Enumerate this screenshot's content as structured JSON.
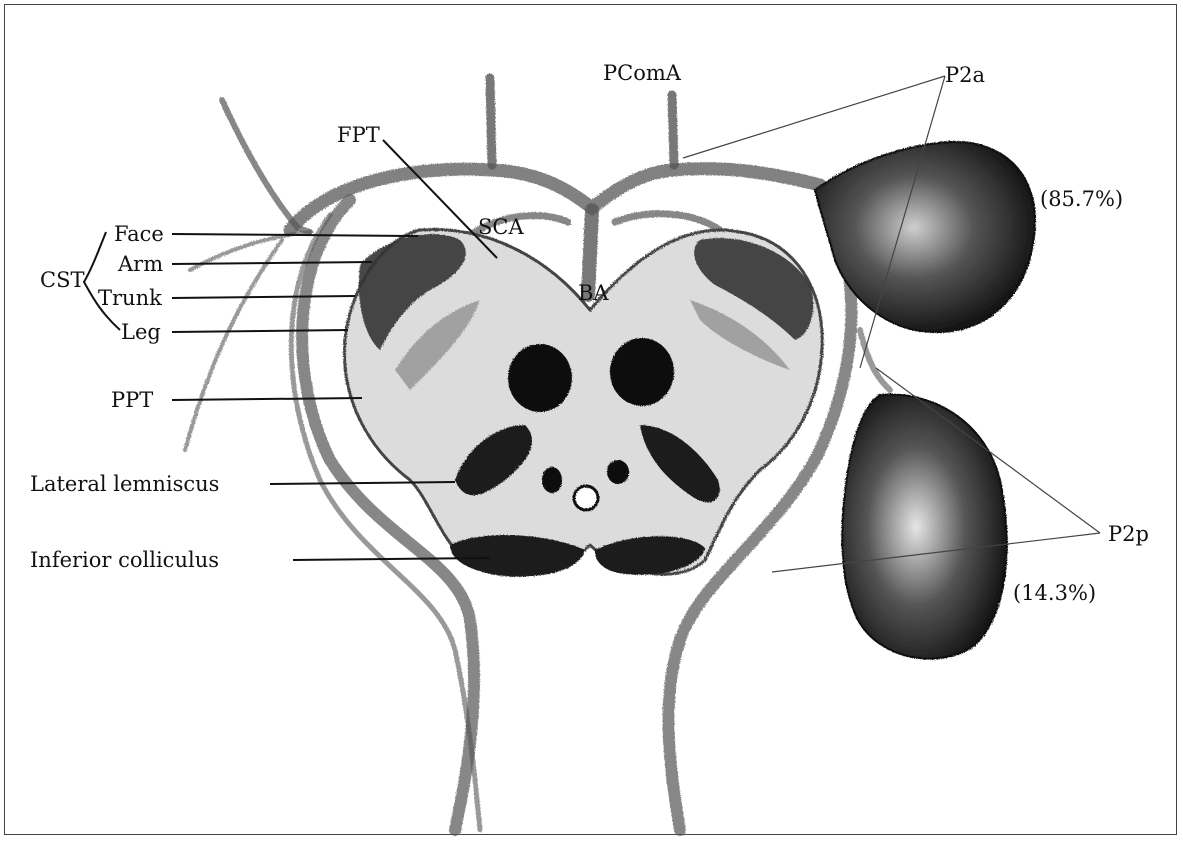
{
  "labels": {
    "pcoma": "PComA",
    "p2a": "P2a",
    "p2a_pct": "(85.7%)",
    "fpt": "FPT",
    "sca": "SCA",
    "ba": "BA",
    "cst": "CST",
    "face": "Face",
    "arm": "Arm",
    "trunk": "Trunk",
    "leg": "Leg",
    "ppt": "PPT",
    "lateral_lemniscus": "Lateral lemniscus",
    "inferior_colliculus": "Inferior colliculus",
    "p2p": "P2p",
    "p2p_pct": "(14.3%)"
  },
  "colors": {
    "ink": "#111111",
    "pencil": "#555555",
    "shade": "#2a2a2a",
    "paper": "#ffffff"
  }
}
